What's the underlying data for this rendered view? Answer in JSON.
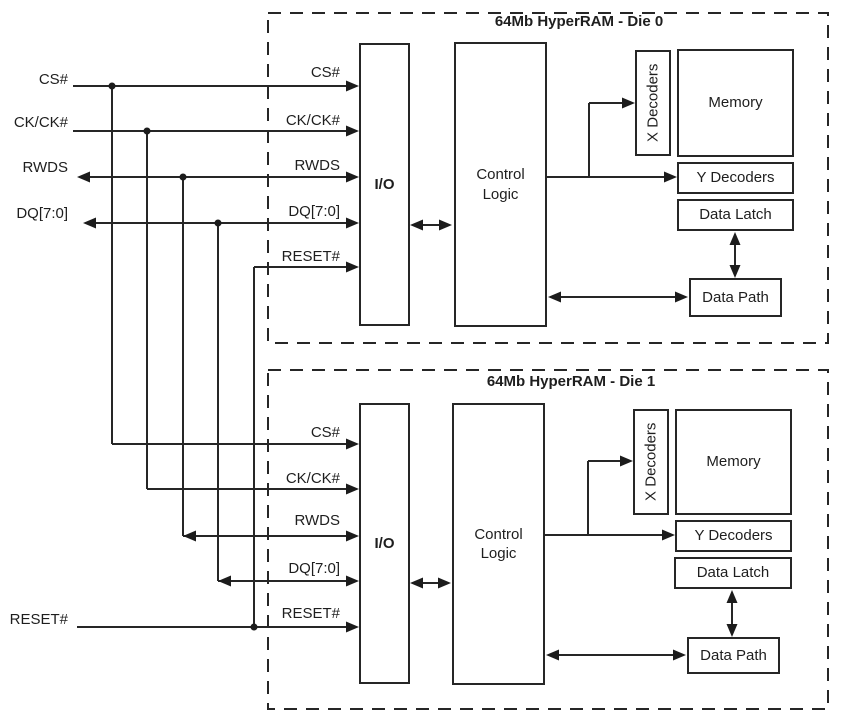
{
  "colors": {
    "line": "#262626",
    "background": "#ffffff"
  },
  "external_pins": {
    "cs": "CS#",
    "ck": "CK/CK#",
    "rwds": "RWDS",
    "dq": "DQ[7:0]",
    "reset": "RESET#"
  },
  "dies": [
    {
      "title": "64Mb HyperRAM - Die 0",
      "pins": {
        "cs": "CS#",
        "ck": "CK/CK#",
        "rwds": "RWDS",
        "dq": "DQ[7:0]",
        "reset": "RESET#"
      },
      "blocks": {
        "io": "I/O",
        "control_logic": "Control Logic",
        "x_decoders": "X Decoders",
        "memory": "Memory",
        "y_decoders": "Y Decoders",
        "data_latch": "Data Latch",
        "data_path": "Data Path"
      }
    },
    {
      "title": "64Mb HyperRAM - Die 1",
      "pins": {
        "cs": "CS#",
        "ck": "CK/CK#",
        "rwds": "RWDS",
        "dq": "DQ[7:0]",
        "reset": "RESET#"
      },
      "blocks": {
        "io": "I/O",
        "control_logic": "Control Logic",
        "x_decoders": "X Decoders",
        "memory": "Memory",
        "y_decoders": "Y Decoders",
        "data_latch": "Data Latch",
        "data_path": "Data Path"
      }
    }
  ]
}
